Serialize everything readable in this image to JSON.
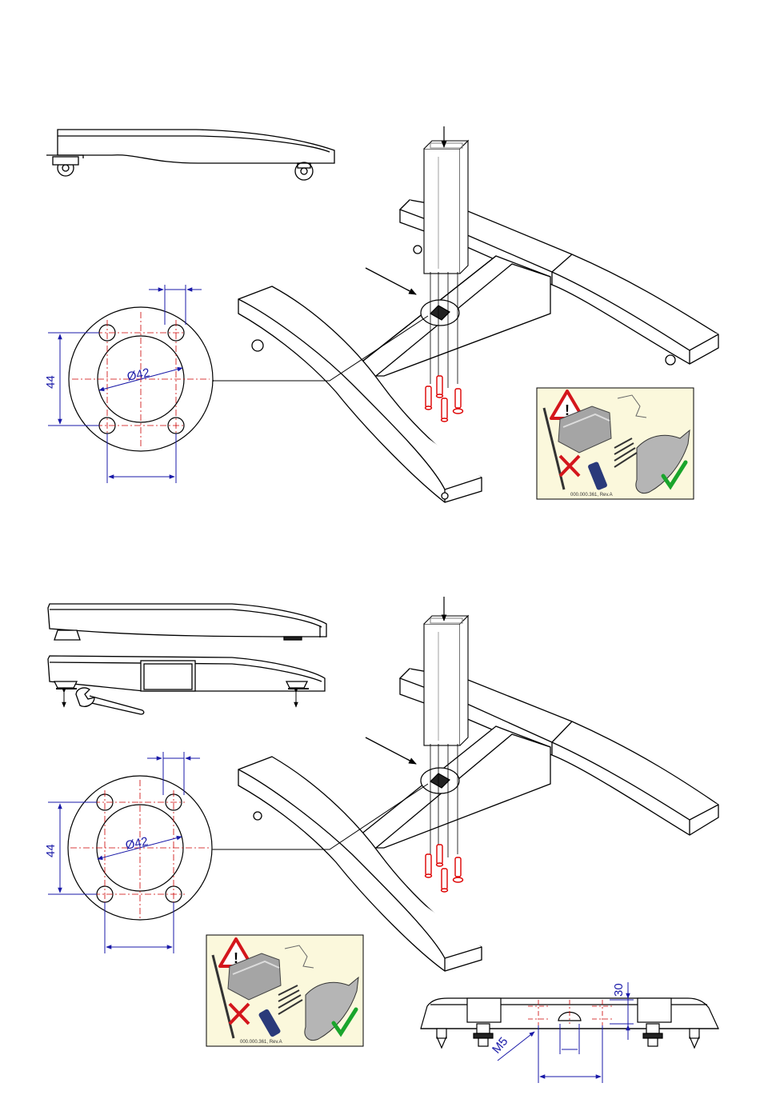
{
  "labels": {
    "top_hole_dim": "44",
    "top_diameter": "Ø42",
    "bottom_hole_dim": "44",
    "bottom_diameter": "Ø42",
    "thread": "M5",
    "height_dim": "30"
  },
  "warning_cards": [
    {
      "code": "000.000.361, Rev.A"
    },
    {
      "code": "000.000.361, Rev.A"
    }
  ],
  "icons": [
    "warning-triangle-icon",
    "cross-icon",
    "check-icon",
    "down-arrow-icon",
    "wrench-icon"
  ],
  "colors": {
    "line": "#000000",
    "dimension": "#1a1aa8",
    "centerline": "#cc0000",
    "screw": "#dd0000",
    "warning": "#d4161c",
    "check": "#1aa52c",
    "card_bg": "#fbf8dc"
  }
}
